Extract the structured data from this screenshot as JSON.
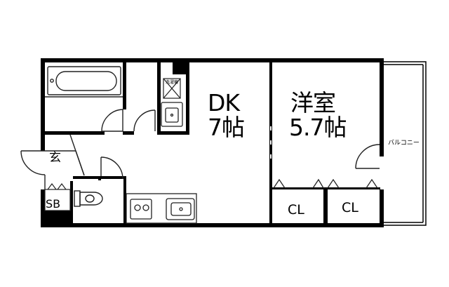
{
  "rooms": {
    "dk": {
      "name": "DK",
      "size": "7帖"
    },
    "western": {
      "name": "洋室",
      "size": "5.7帖"
    },
    "closet_1": "CL",
    "closet_2": "CL",
    "entrance": "玄",
    "shoe_box": "SB",
    "balcony": "バルコニー",
    "washer": "洗濯機"
  },
  "colors": {
    "wall": "#000000",
    "line": "#222222",
    "background": "#ffffff"
  }
}
